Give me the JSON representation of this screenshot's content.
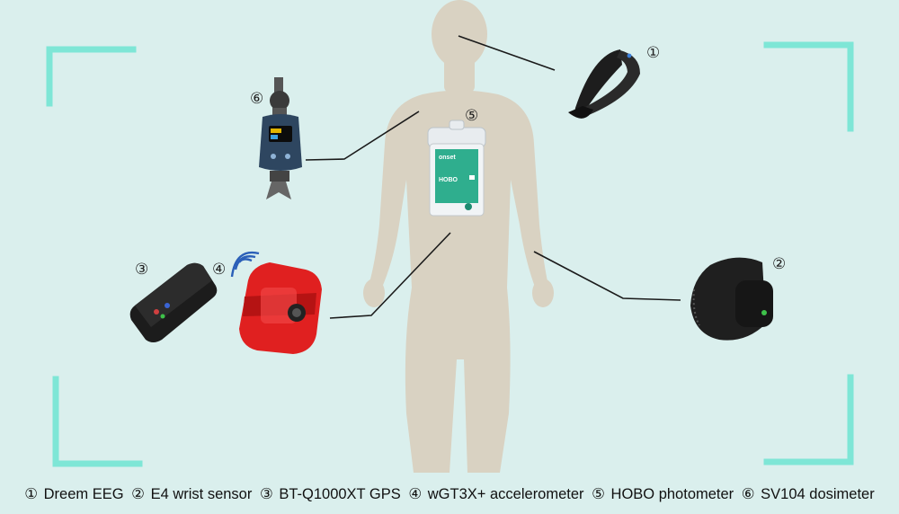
{
  "colors": {
    "background": "#daefed",
    "frame_corners": "#7ee6d6",
    "silhouette": "#d9d2c2",
    "connector": "#1a1a1a"
  },
  "devices": [
    {
      "marker": "①",
      "label": "Dreem EEG",
      "icon": "headband-icon"
    },
    {
      "marker": "②",
      "label": "E4 wrist sensor",
      "icon": "wristband-icon"
    },
    {
      "marker": "③",
      "label": "BT-Q1000XT GPS",
      "icon": "gps-icon"
    },
    {
      "marker": "④",
      "label": "wGT3X+ accelerometer",
      "icon": "accelerometer-icon"
    },
    {
      "marker": "⑤",
      "label": "HOBO photometer",
      "icon": "logger-icon"
    },
    {
      "marker": "⑥",
      "label": "SV104 dosimeter",
      "icon": "dosimeter-icon"
    }
  ],
  "logger_brand": "onset",
  "logger_model": "HOBO"
}
